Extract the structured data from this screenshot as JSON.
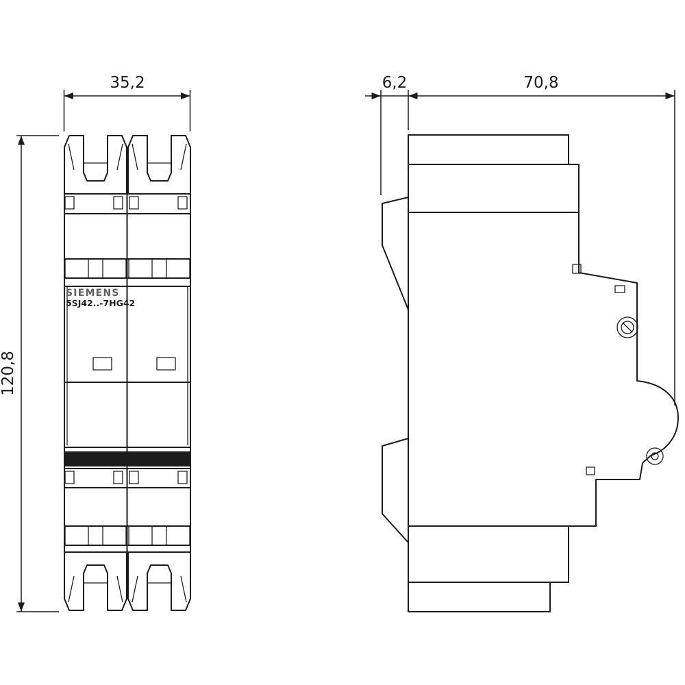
{
  "labels": {
    "brand": "SIEMENS",
    "model": "5SJ42..-7HG42",
    "dim_front_width": "35,2",
    "dim_front_height": "120,8",
    "dim_side_rail": "6,2",
    "dim_side_depth": "70,8"
  },
  "colors": {
    "line": "#1c1c1c",
    "brand_text": "#5c6063",
    "dark_band": "#1c1c1c",
    "background": "#ffffff"
  }
}
